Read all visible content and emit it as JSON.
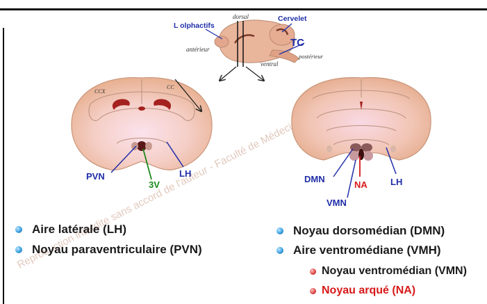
{
  "mini_brain": {
    "olfactory": "L olphactifs",
    "cerebellum": "Cervelet",
    "brainstem": "TC",
    "dorsal": "dorsal",
    "ventral": "ventral",
    "anterior": "antérieur",
    "posterior": "postérieur"
  },
  "left_section": {
    "ccx": "CCX",
    "cc": "CC",
    "pvn": "PVN",
    "v3": "3V",
    "lh": "LH"
  },
  "right_section": {
    "dmn": "DMN",
    "na": "NA",
    "vmn": "VMN",
    "lh": "LH"
  },
  "watermark": "Reproduction interdite sans accord de l'auteur - Faculté de Médecine",
  "legend_left": [
    {
      "text": "Aire latérale (LH)"
    },
    {
      "text": "Noyau paraventriculaire (PVN)"
    }
  ],
  "legend_right": [
    {
      "text": "Noyau dorsomédian (DMN)"
    },
    {
      "text": "Aire ventromédiane (VMH)"
    }
  ],
  "legend_sub": [
    {
      "text": "Noyau ventromédian (VMN)"
    },
    {
      "text": "Noyau arqué (NA)"
    }
  ],
  "colors": {
    "label_blue": "#1f2ea8",
    "label_green": "#1b8a1b",
    "label_red": "#d81919",
    "tissue": "#eab99a",
    "bullet_blue": "#3aa0e0",
    "bullet_red": "#e04848"
  }
}
